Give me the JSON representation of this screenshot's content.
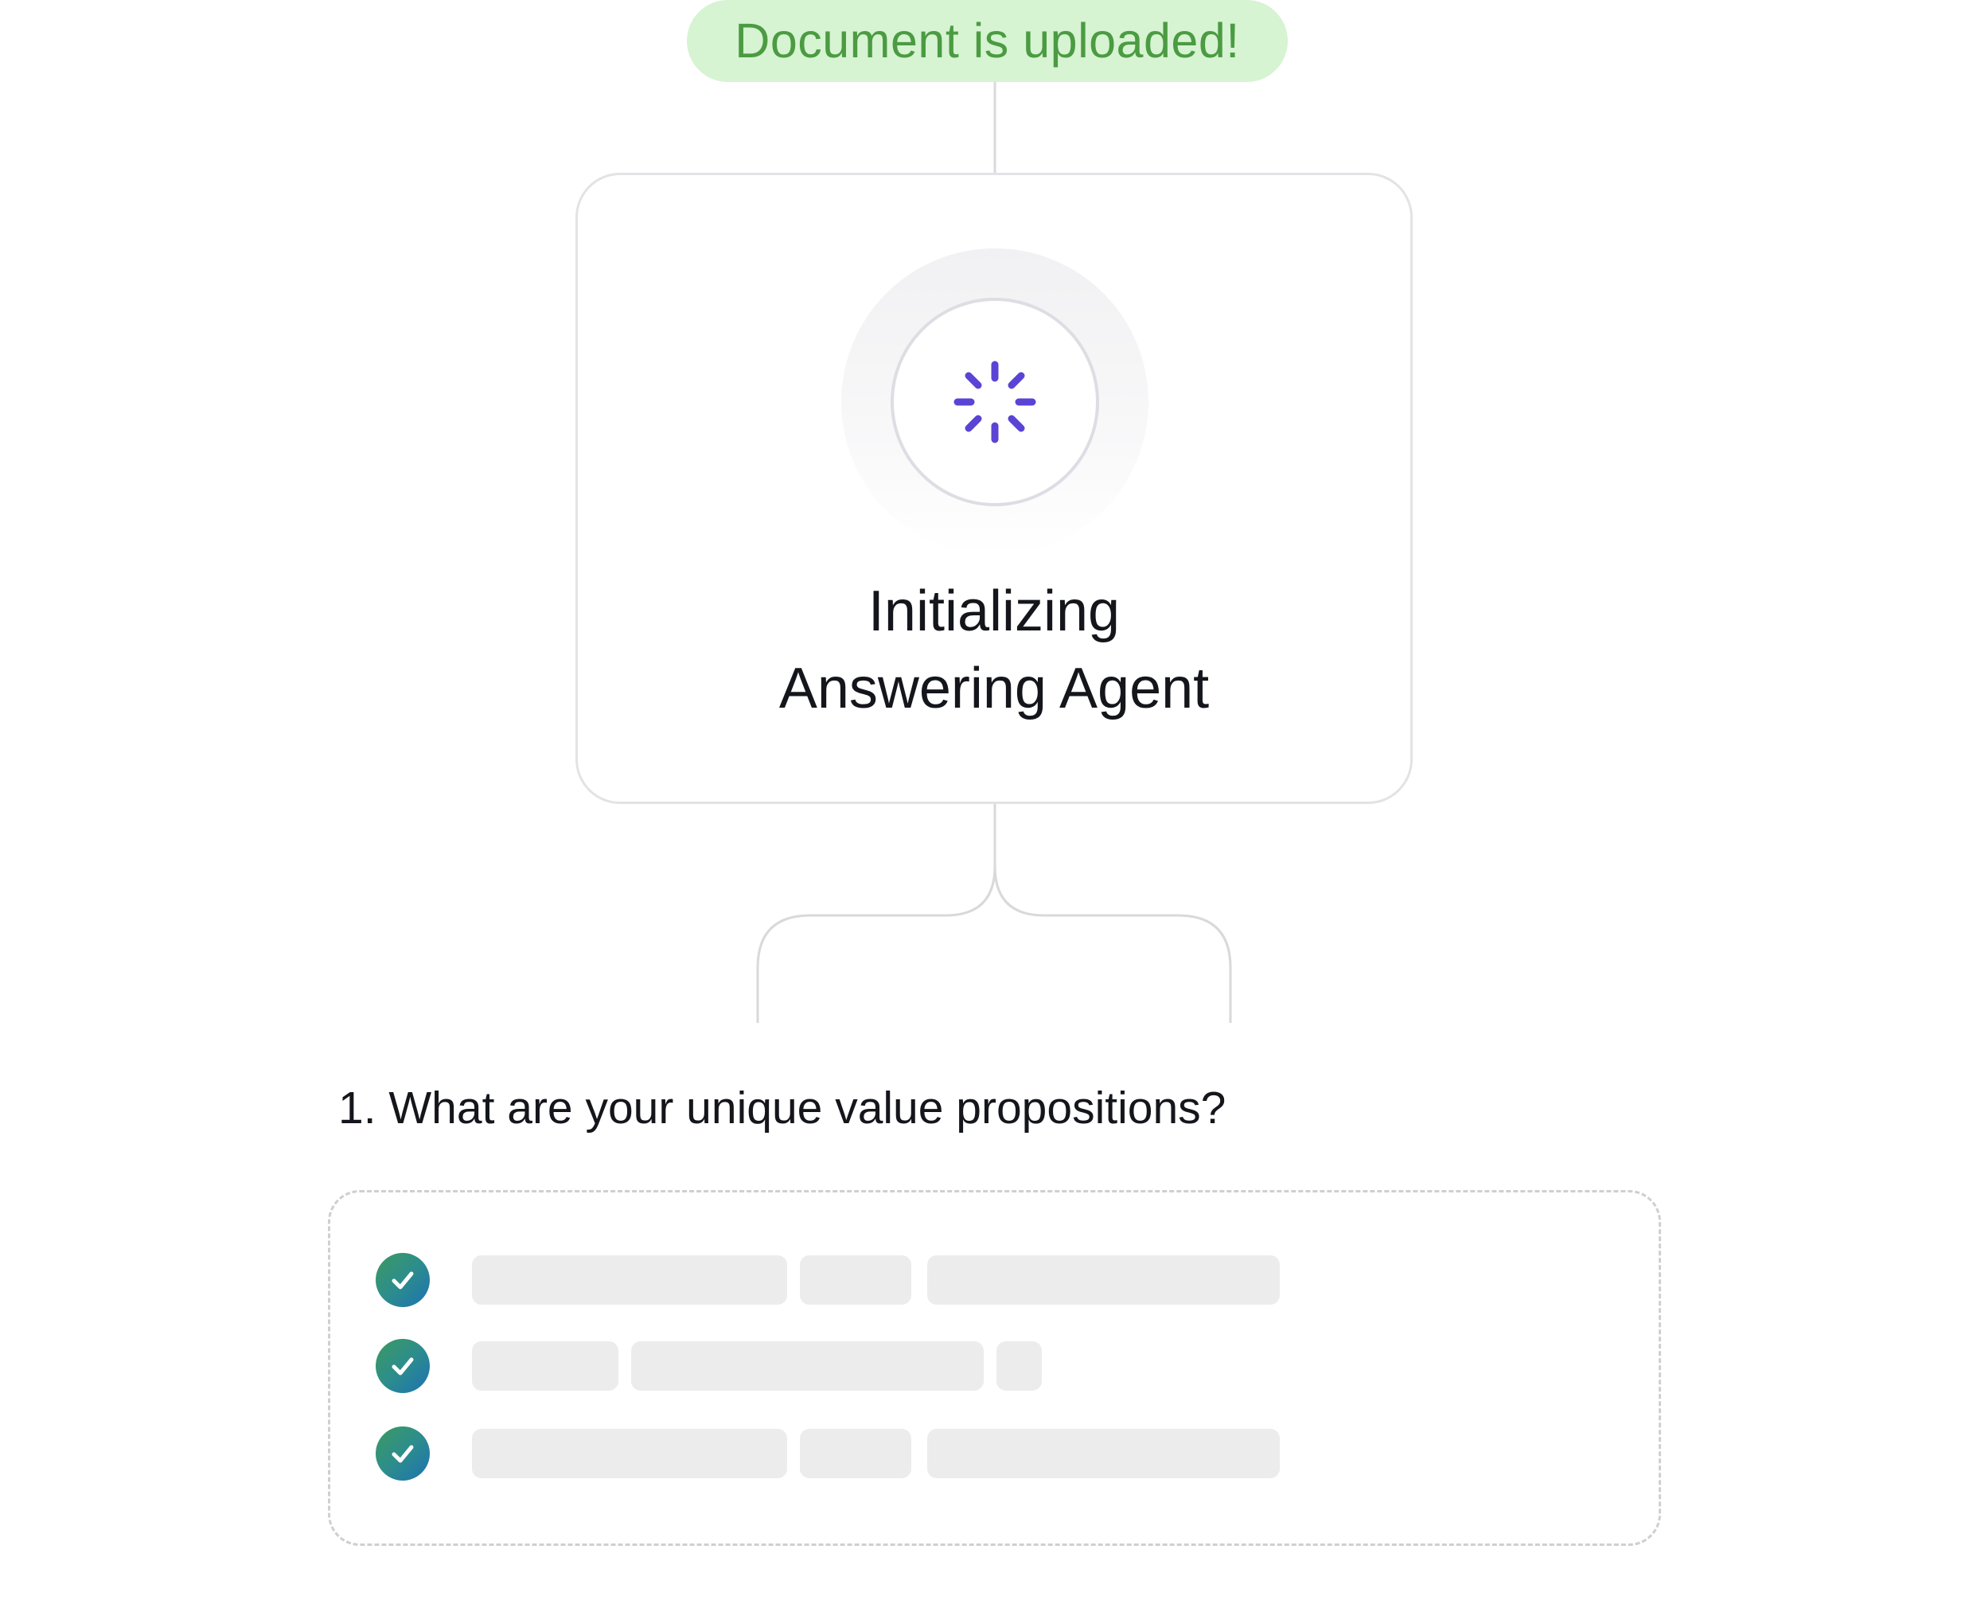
{
  "status": {
    "text": "Document is uploaded!",
    "background": "#d6f3d2",
    "color": "#4b9b42"
  },
  "agent_card": {
    "title_line1": "Initializing",
    "title_line2": "Answering Agent",
    "spinner_icon": "loading-spinner-icon",
    "spinner_color": "#5a44d6"
  },
  "question": {
    "text": "1. What are your unique value propositions?"
  },
  "answers": {
    "check_icon": "check-circle-icon",
    "gradient": [
      "#3b9a5f",
      "#1c72b2"
    ],
    "rows": [
      {
        "status": "complete"
      },
      {
        "status": "complete"
      },
      {
        "status": "complete"
      }
    ]
  }
}
